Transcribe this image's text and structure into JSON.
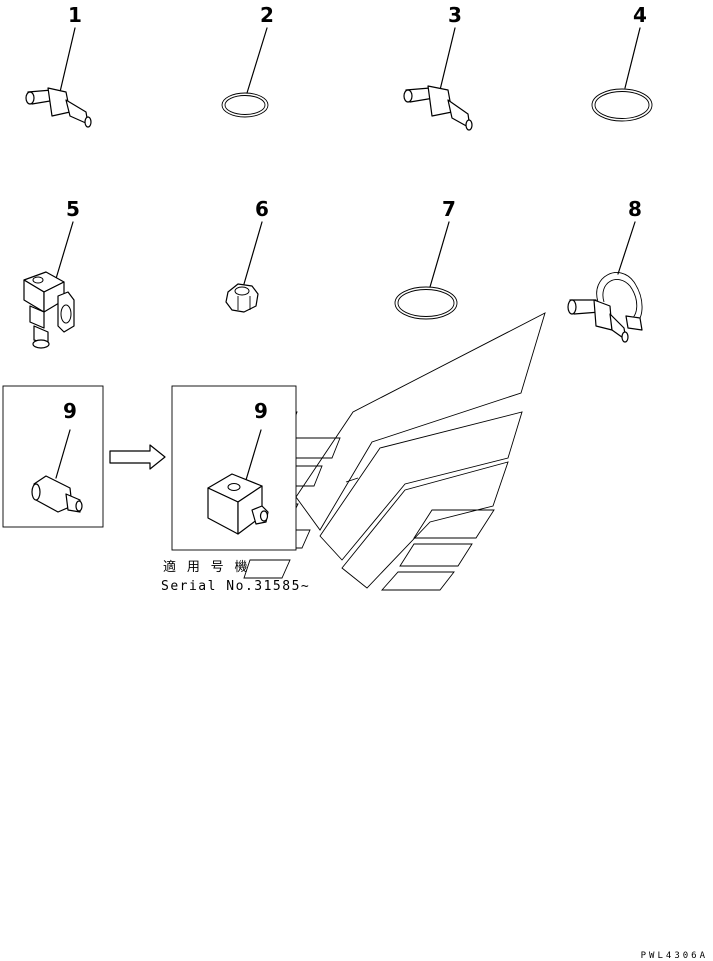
{
  "callouts": {
    "p1": "1",
    "p2": "2",
    "p3": "3",
    "p4": "4",
    "p5": "5",
    "p6": "6",
    "p7": "7",
    "p8": "8",
    "p9_old": "9",
    "p9_new": "9"
  },
  "serial_note": {
    "line1": "適 用 号 機",
    "line2": "Serial No.31585~"
  },
  "drawing_code": "PWL4306A",
  "colors": {
    "ink": "#000000",
    "paper": "#ffffff"
  },
  "icons": {
    "arrow": "right-arrow-icon"
  }
}
